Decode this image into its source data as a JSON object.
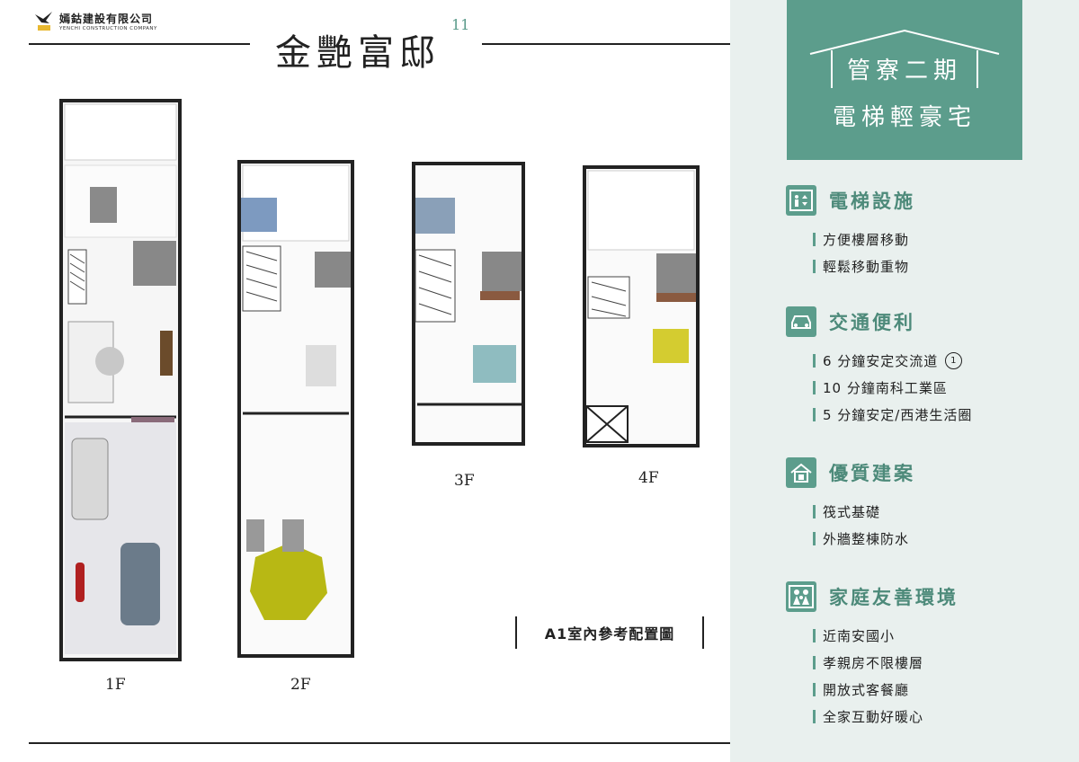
{
  "company": {
    "name_zh": "嫣鈷建設有限公司",
    "name_en": "YENCHI CONSTRUCTION COMPANY"
  },
  "title": "金艷富邸",
  "page_number": "11",
  "floors": [
    "1F",
    "2F",
    "3F",
    "4F"
  ],
  "plan_caption": "A1室內參考配置圖",
  "banner": {
    "line1": "管寮二期",
    "line2": "電梯輕豪宅"
  },
  "sections": [
    {
      "icon": "elevator-icon",
      "title": "電梯設施",
      "items": [
        "方便樓層移動",
        "輕鬆移動重物"
      ]
    },
    {
      "icon": "car-icon",
      "title": "交通便利",
      "items": [
        "6 分鐘安定交流道",
        "10 分鐘南科工業區",
        "5 分鐘安定/西港生活圈"
      ],
      "badge": "1"
    },
    {
      "icon": "house-icon",
      "title": "優質建案",
      "items": [
        "筏式基礎",
        "外牆整棟防水"
      ]
    },
    {
      "icon": "family-icon",
      "title": "家庭友善環境",
      "items": [
        "近南安國小",
        "孝親房不限樓層",
        "開放式客餐廳",
        "全家互動好暖心"
      ]
    }
  ],
  "colors": {
    "accent": "#5c9d8c",
    "panel_bg": "#e9f0ee"
  }
}
